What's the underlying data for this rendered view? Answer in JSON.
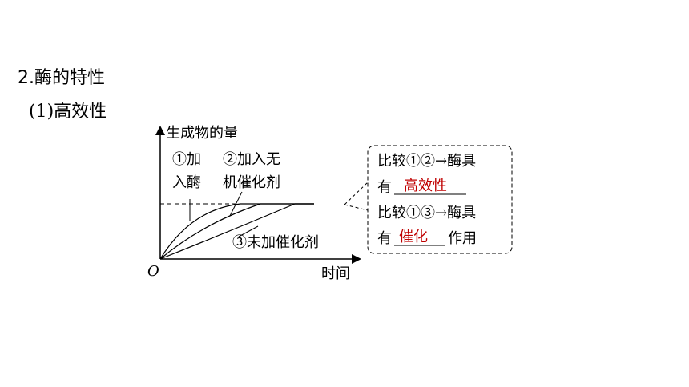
{
  "section": {
    "heading": "2.酶的特性",
    "subheading_prefix": "(1)",
    "subheading_text": "高效性"
  },
  "graph": {
    "y_axis_label": "生成物的量",
    "x_axis_label": "时间",
    "origin_label": "O",
    "curve1_label_line1": "①加",
    "curve1_label_line2": "入酶",
    "curve2_label_line1": "②加入无",
    "curve2_label_line2": "机催化剂",
    "curve3_label": "③未加催化剂"
  },
  "conclusion_box": {
    "line1": "比较①②→酶具",
    "line2_prefix": "有",
    "answer1": "高效性",
    "line3": "比较①③→酶具",
    "line4_prefix": "有",
    "answer2": "催化",
    "line4_suffix": "作用"
  },
  "colors": {
    "answer": "#c00000",
    "lines": "#000000"
  }
}
